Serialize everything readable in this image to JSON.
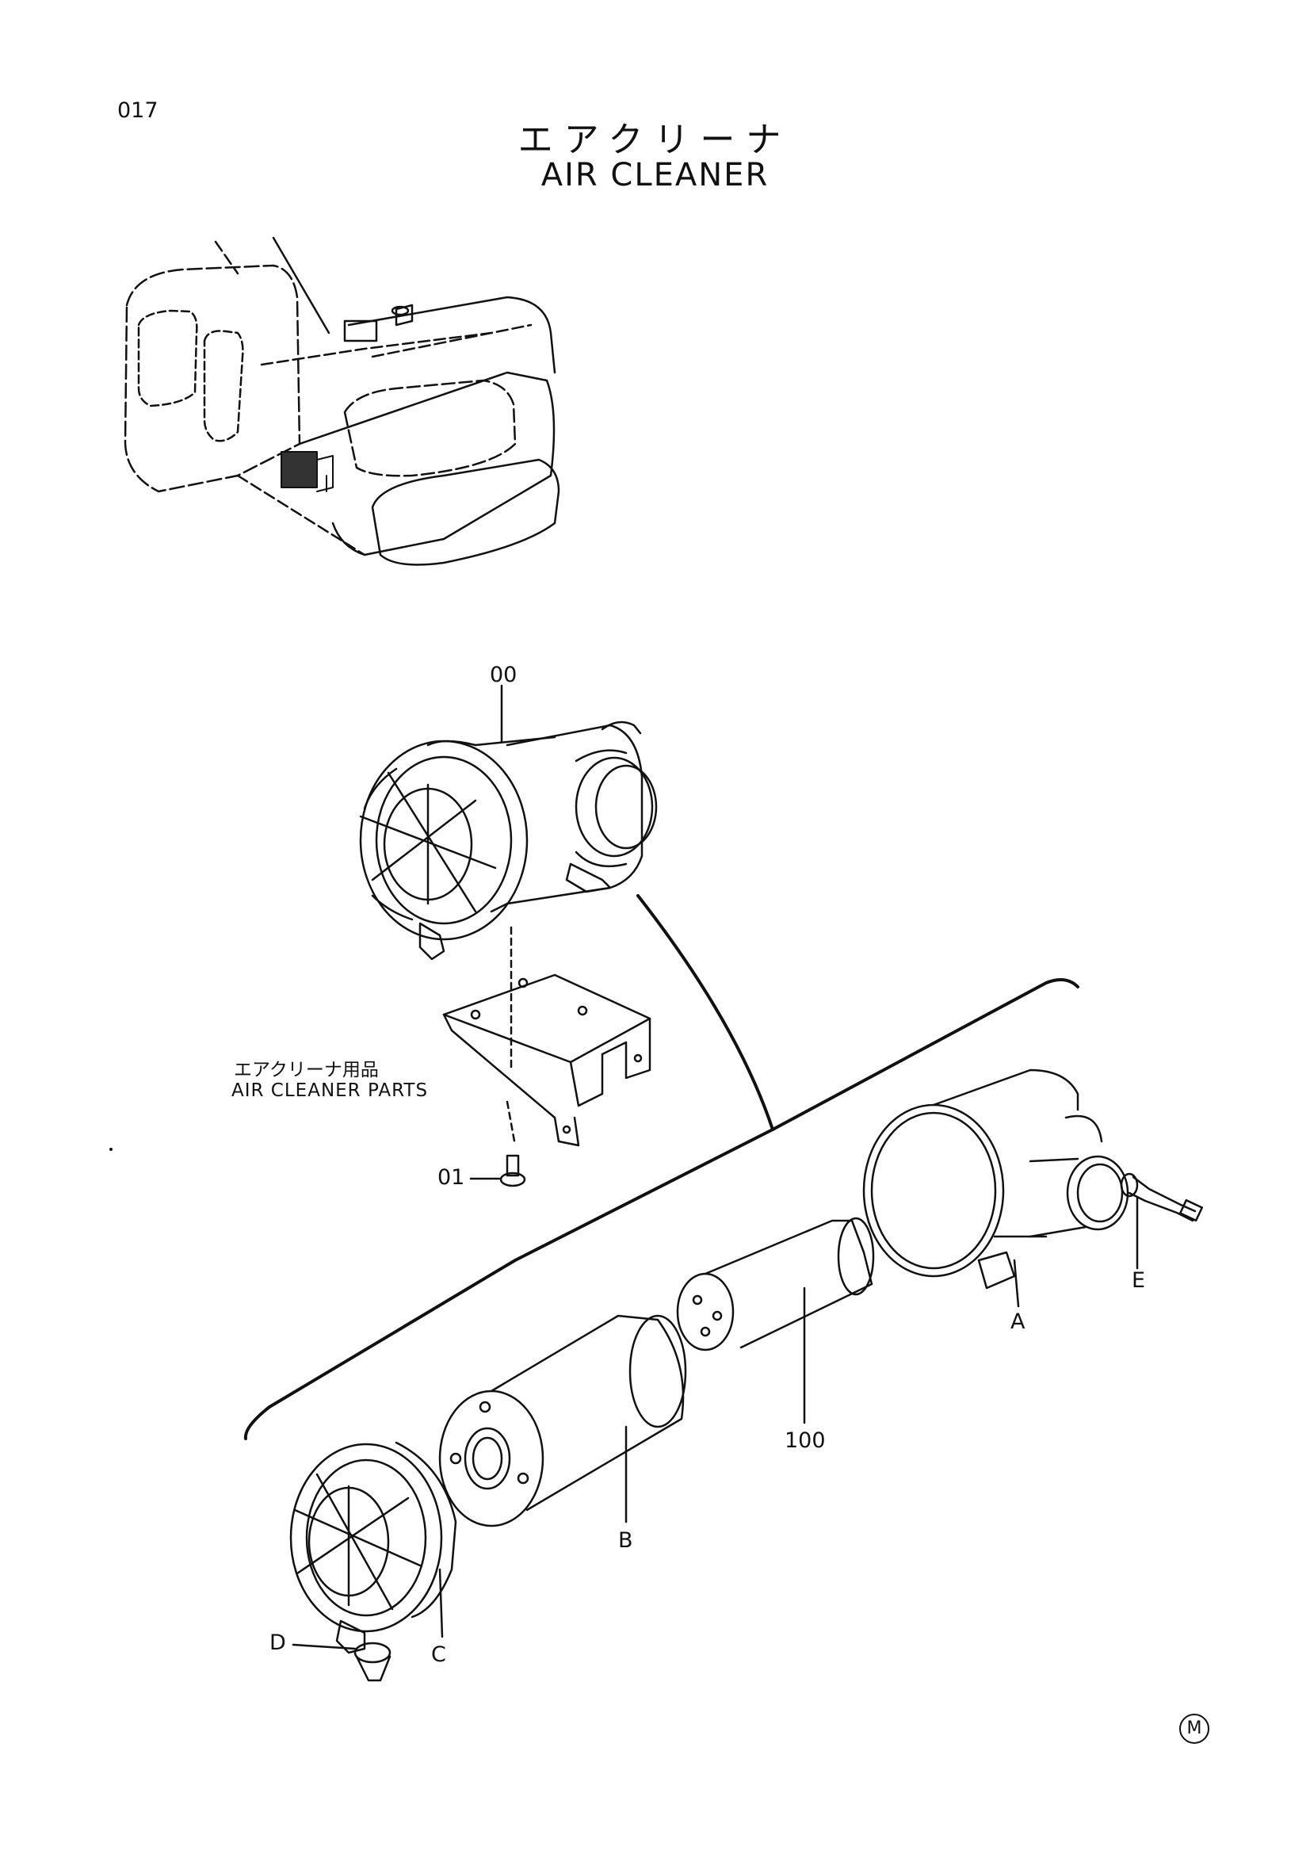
{
  "page": {
    "number": "017"
  },
  "title": {
    "japanese": "エアクリーナ",
    "english": "AIR CLEANER"
  },
  "group": {
    "japanese": "エアクリーナ用品",
    "english": "AIR CLEANER PARTS"
  },
  "callouts": {
    "assembly": "00",
    "bolt": "01",
    "inner_element": "100",
    "housing": "A",
    "outer_element": "B",
    "cover": "C",
    "valve": "D",
    "indicator": "E"
  },
  "marks": {
    "circled_m": "M"
  }
}
